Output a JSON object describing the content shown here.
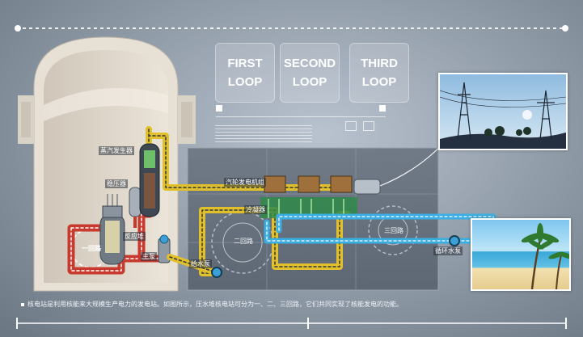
{
  "loops": [
    {
      "label": "FIRST\nLOOP"
    },
    {
      "label": "SECOND\nLOOP"
    },
    {
      "label": "THIRD\nLOOP"
    }
  ],
  "components": {
    "steam_generator": "蒸汽发生器",
    "pressurizer": "稳压器",
    "reactor": "反应堆",
    "main_pump": "主泵",
    "loop1": "一回路",
    "turbine_generator": "汽轮发电机组",
    "condenser": "冷凝器",
    "loop2": "二回路",
    "loop3": "三回路",
    "feedwater_pump": "给水泵",
    "circulating_pump": "循环水泵"
  },
  "caption": "核电站是利用核能来大规模生产电力的发电站。如图所示，压水堆核电站可分为一、二、三回路，它们共同实现了核能发电的功能。",
  "colors": {
    "loop1": "#e64b3c",
    "loop2": "#f2d33a",
    "loop3": "#4ec7ee",
    "background": "#9aa5b1"
  }
}
